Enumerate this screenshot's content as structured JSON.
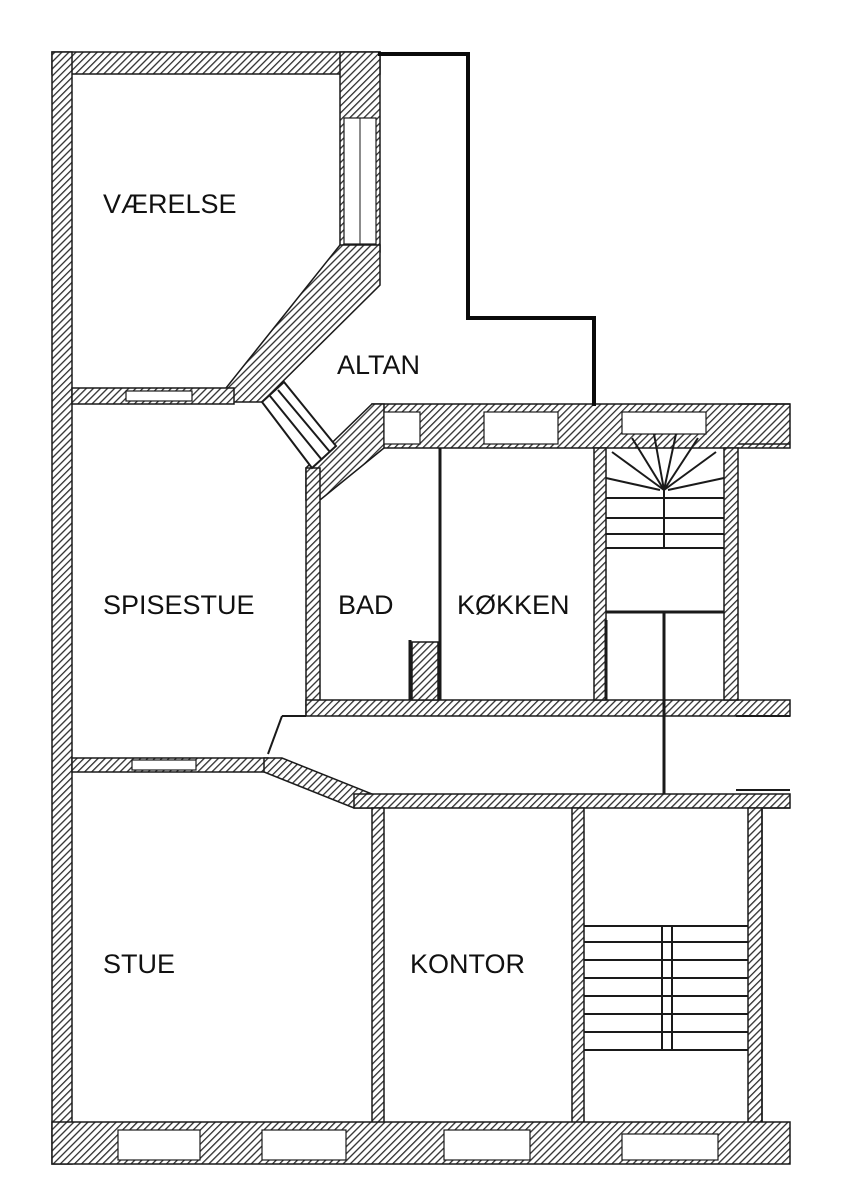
{
  "colors": {
    "wall": "#1a1a1a",
    "wall_hatch": "#2e2e2e",
    "paper": "#ffffff",
    "ink": "#111111",
    "balcony_outline": "#0a0a0a"
  },
  "rooms": {
    "vaerelse": "VÆRELSE",
    "altan": "ALTAN",
    "spisestue": "SPISESTUE",
    "bad": "BAD",
    "kokken": "KØKKEN",
    "stue": "STUE",
    "kontor": "KONTOR"
  }
}
